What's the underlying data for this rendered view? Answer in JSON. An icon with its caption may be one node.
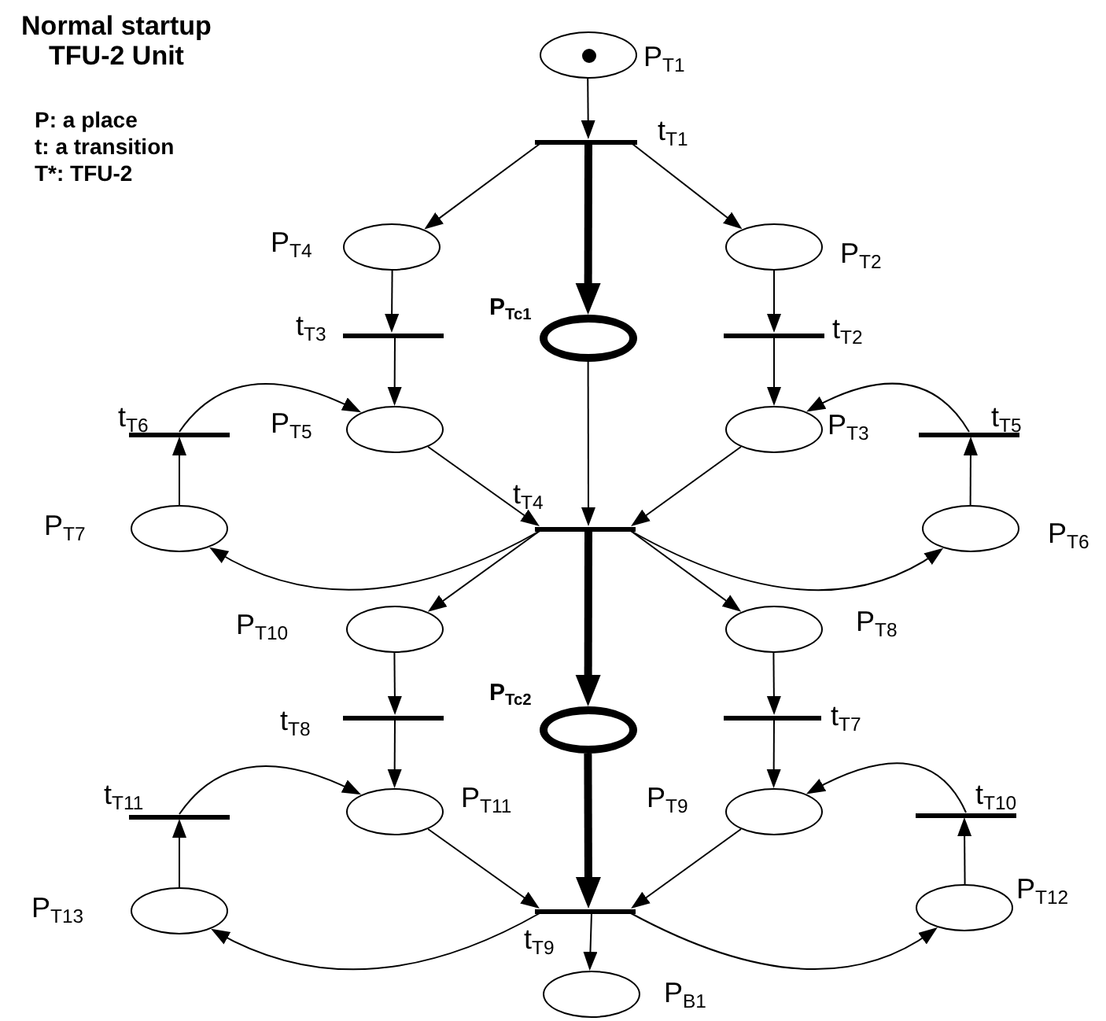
{
  "diagram": {
    "title": "Normal startup TFU-2 Unit",
    "nodes": [
      {
        "text": [],
        "shape": "circle",
        "beside": [
          "P$_{T1}$"
        ]
      },
      {
        "text": [],
        "shape": "bar",
        "beside": [
          "t$_{T1}$"
        ]
      },
      {
        "text": [],
        "shape": "circle",
        "beside": [
          "P$_{T4}$"
        ]
      },
      {
        "text": [],
        "shape": "circle",
        "beside": [
          "P$_{T2}$"
        ]
      },
      {
        "text": [],
        "shape": "bar",
        "beside": [
          "t$_{T3}$"
        ]
      },
      {
        "text": [],
        "shape": "circle",
        "beside": [
          "P$_{Tc1}$"
        ]
      },
      {
        "text": [],
        "shape": "bar",
        "beside": [
          "t$_{T2}$"
        ]
      },
      {
        "text": [],
        "shape": "bar",
        "beside": [
          "t$_{T6}$"
        ]
      },
      {
        "text": [],
        "shape": "circle",
        "beside": [
          "P$_{T5}$"
        ]
      },
      {
        "text": [],
        "shape": "circle",
        "beside": [
          "P$_{T3}$"
        ]
      },
      {
        "text": [],
        "shape": "bar",
        "beside": [
          "t$_{T5}$"
        ]
      },
      {
        "text": [],
        "shape": "circle",
        "beside": [
          "P$_{T7}$"
        ]
      },
      {
        "text": [],
        "shape": "bar",
        "beside": [
          "t$_{T4}$"
        ]
      },
      {
        "text": [],
        "shape": "circle",
        "beside": [
          "P$_{T6}$"
        ]
      },
      {
        "text": [],
        "shape": "circle",
        "beside": [
          "P$_{T10}$"
        ]
      },
      {
        "text": [],
        "shape": "circle",
        "beside": [
          "P$_{T8}$"
        ]
      },
      {
        "text": [],
        "shape": "bar",
        "beside": [
          "t$_{T8}$"
        ]
      },
      {
        "text": [],
        "shape": "circle",
        "beside": [
          "P$_{Tc2}$"
        ]
      },
      {
        "text": [],
        "shape": "bar",
        "beside": [
          "t$_{T7}$"
        ]
      },
      {
        "text": [],
        "shape": "bar",
        "beside": [
          "t$_{T11}$"
        ]
      },
      {
        "text": [],
        "shape": "circle",
        "beside": [
          "P$_{T11}$"
        ]
      },
      {
        "text": [],
        "shape": "circle",
        "beside": [
          "P$_{T9}$"
        ]
      },
      {
        "text": [],
        "shape": "bar",
        "beside": [
          "t$_{T10}$"
        ]
      },
      {
        "text": [],
        "shape": "circle",
        "beside": [
          "P$_{T13}$"
        ]
      },
      {
        "text": [],
        "shape": "bar",
        "beside": [
          "t$_{T9}$"
        ]
      },
      {
        "text": [],
        "shape": "circle",
        "beside": [
          "P$_{T12}$"
        ]
      },
      {
        "text": [],
        "shape": "circle",
        "beside": [
          "P$_{B1}$"
        ]
      }
    ],
    "edges": [
      {
        "from": 0,
        "to": 1,
        "arrow": "to"
      },
      {
        "from": 1,
        "to": 2,
        "arrow": "to"
      },
      {
        "from": 1,
        "to": 3,
        "arrow": "to"
      },
      {
        "from": 1,
        "to": 5,
        "arrow": "to",
        "style": "thick"
      },
      {
        "from": 2,
        "to": 4,
        "arrow": "to"
      },
      {
        "from": 3,
        "to": 6,
        "arrow": "to"
      },
      {
        "from": 4,
        "to": 8,
        "arrow": "to"
      },
      {
        "from": 6,
        "to": 9,
        "arrow": "to"
      },
      {
        "from": 7,
        "to": 8,
        "arrow": "to"
      },
      {
        "from": 10,
        "to": 9,
        "arrow": "to"
      },
      {
        "from": 11,
        "to": 7,
        "arrow": "to"
      },
      {
        "from": 13,
        "to": 10,
        "arrow": "to"
      },
      {
        "from": 8,
        "to": 12,
        "arrow": "to"
      },
      {
        "from": 5,
        "to": 12,
        "arrow": "to"
      },
      {
        "from": 9,
        "to": 12,
        "arrow": "to"
      },
      {
        "from": 12,
        "to": 11,
        "arrow": "to"
      },
      {
        "from": 12,
        "to": 13,
        "arrow": "to"
      },
      {
        "from": 12,
        "to": 14,
        "arrow": "to"
      },
      {
        "from": 12,
        "to": 15,
        "arrow": "to"
      },
      {
        "from": 12,
        "to": 17,
        "arrow": "to",
        "style": "thick"
      },
      {
        "from": 14,
        "to": 16,
        "arrow": "to"
      },
      {
        "from": 15,
        "to": 18,
        "arrow": "to"
      },
      {
        "from": 16,
        "to": 20,
        "arrow": "to"
      },
      {
        "from": 18,
        "to": 21,
        "arrow": "to"
      },
      {
        "from": 19,
        "to": 20,
        "arrow": "to"
      },
      {
        "from": 22,
        "to": 21,
        "arrow": "to"
      },
      {
        "from": 23,
        "to": 19,
        "arrow": "to"
      },
      {
        "from": 25,
        "to": 22,
        "arrow": "to"
      },
      {
        "from": 20,
        "to": 24,
        "arrow": "to"
      },
      {
        "from": 17,
        "to": 24,
        "arrow": "to",
        "style": "thick"
      },
      {
        "from": 21,
        "to": 24,
        "arrow": "to"
      },
      {
        "from": 24,
        "to": 23,
        "arrow": "to"
      },
      {
        "from": 24,
        "to": 25,
        "arrow": "to"
      },
      {
        "from": 24,
        "to": 26,
        "arrow": "to"
      }
    ],
    "labels": [
      "P: a place",
      "t: a transition",
      "T*: TFU-2"
    ]
  }
}
